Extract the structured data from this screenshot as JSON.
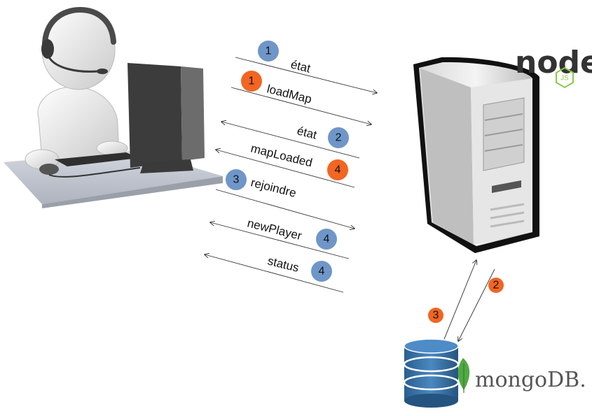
{
  "diagram": {
    "messages": [
      {
        "label": "état",
        "step": "1",
        "color": "#6f96c8"
      },
      {
        "label": "loadMap",
        "step": "1",
        "color": "#f26522"
      },
      {
        "label": "état",
        "step": "2",
        "color": "#6f96c8"
      },
      {
        "label": "mapLoaded",
        "step": "4",
        "color": "#f26522"
      },
      {
        "label": "rejoindre",
        "step": "3",
        "color": "#6f96c8"
      },
      {
        "label": "newPlayer",
        "step": "4",
        "color": "#6f96c8"
      },
      {
        "label": "status",
        "step": "4",
        "color": "#6f96c8"
      }
    ],
    "db_links": [
      {
        "step": "2",
        "color": "#f26522"
      },
      {
        "step": "3",
        "color": "#f26522"
      }
    ],
    "logos": {
      "node_text": "node",
      "node_badge": "JS",
      "mongo_text": "mongoDB."
    },
    "colors": {
      "blue_badge": "#6f96c8",
      "orange_badge": "#f26522",
      "db_blue": "#2e6a9e",
      "node_green": "#8cc84b"
    }
  }
}
